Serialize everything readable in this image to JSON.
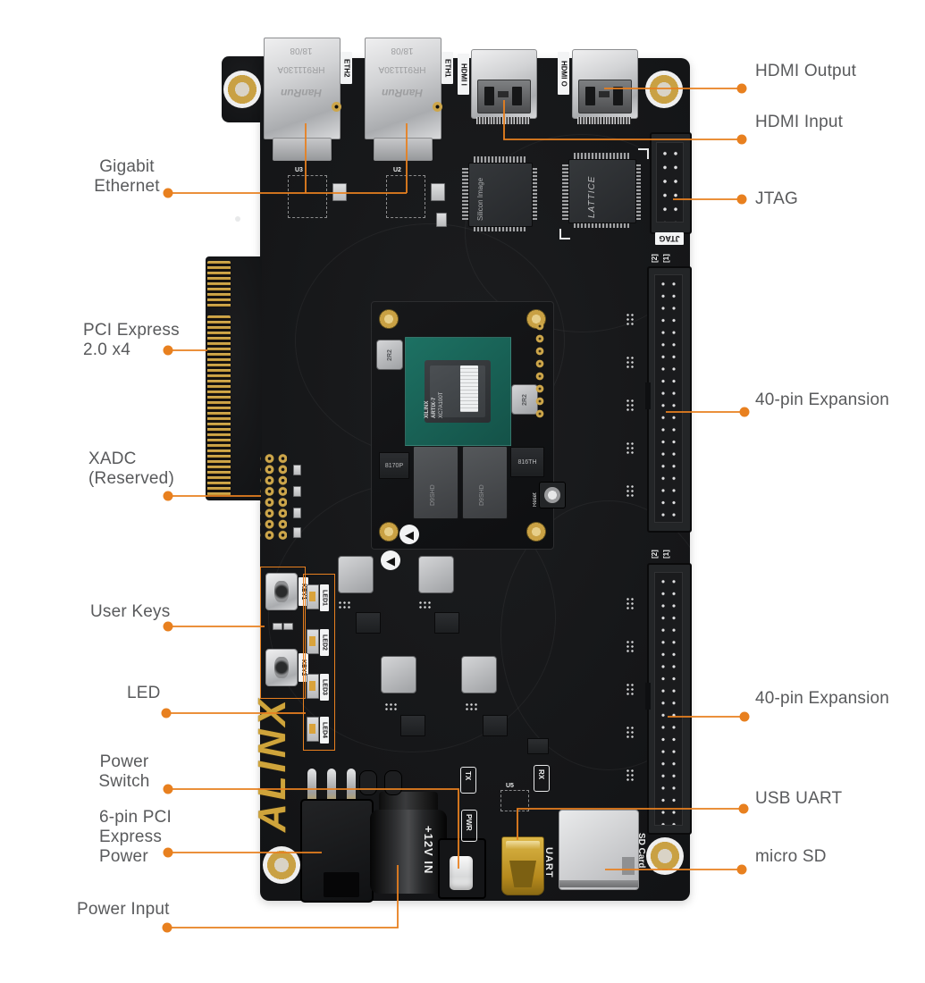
{
  "colors": {
    "accent_orange": "#E8801F",
    "label_gray": "#595A5C",
    "pcb_black": "#131416",
    "gold": "#C9A144",
    "module_teal": "#186457",
    "metal_silver": "#C9CACC"
  },
  "annotations": {
    "left": [
      {
        "label": "Gigabit\nEthernet"
      },
      {
        "label": "PCI Express\n2.0 x4"
      },
      {
        "label": "XADC\n(Reserved)"
      },
      {
        "label": "User Keys"
      },
      {
        "label": "LED"
      },
      {
        "label": "Power\nSwitch"
      },
      {
        "label": "6-pin PCI\nExpress\nPower"
      },
      {
        "label": "Power Input"
      }
    ],
    "right": [
      {
        "label": "HDMI Output"
      },
      {
        "label": "HDMI Input"
      },
      {
        "label": "JTAG"
      },
      {
        "label": "40-pin Expansion"
      },
      {
        "label": "40-pin Expansion"
      },
      {
        "label": "USB UART"
      },
      {
        "label": "micro SD"
      }
    ]
  },
  "board": {
    "logo": "ALINX",
    "silkscreen": {
      "eth2": "ETH2",
      "eth1": "ETH1",
      "hdmi_in": "HDMI I",
      "hdmi_out": "HDMI O",
      "jtag": "JTAG",
      "idx2": "[2]",
      "idx1": "[1]",
      "key1": "KEY1",
      "key2": "KEY2",
      "led1": "LED1",
      "led2": "LED2",
      "led3": "LED3",
      "led4": "LED4",
      "power_in": "+12V IN",
      "tx": "TX",
      "rx": "RX",
      "pwr": "PWR",
      "uart": "UART",
      "sd": "SD Card",
      "u3": "U3",
      "u2": "U2",
      "u5": "U5"
    },
    "components": {
      "hanrun1": "HanRun",
      "hanrun2": "HR911130A",
      "hanrun3": "18/08",
      "silicon": "Silicon Image",
      "lattice": "LATTICE",
      "fpga_brand": "XILINX",
      "fpga_series": "ARTIX-7",
      "fpga_part": "XC7A100T",
      "ddr": "D9SHD",
      "inductor_2r2": "2R2",
      "reg_816th": "816TH",
      "reg_8170p": "8170P",
      "reset": "Reset"
    }
  }
}
